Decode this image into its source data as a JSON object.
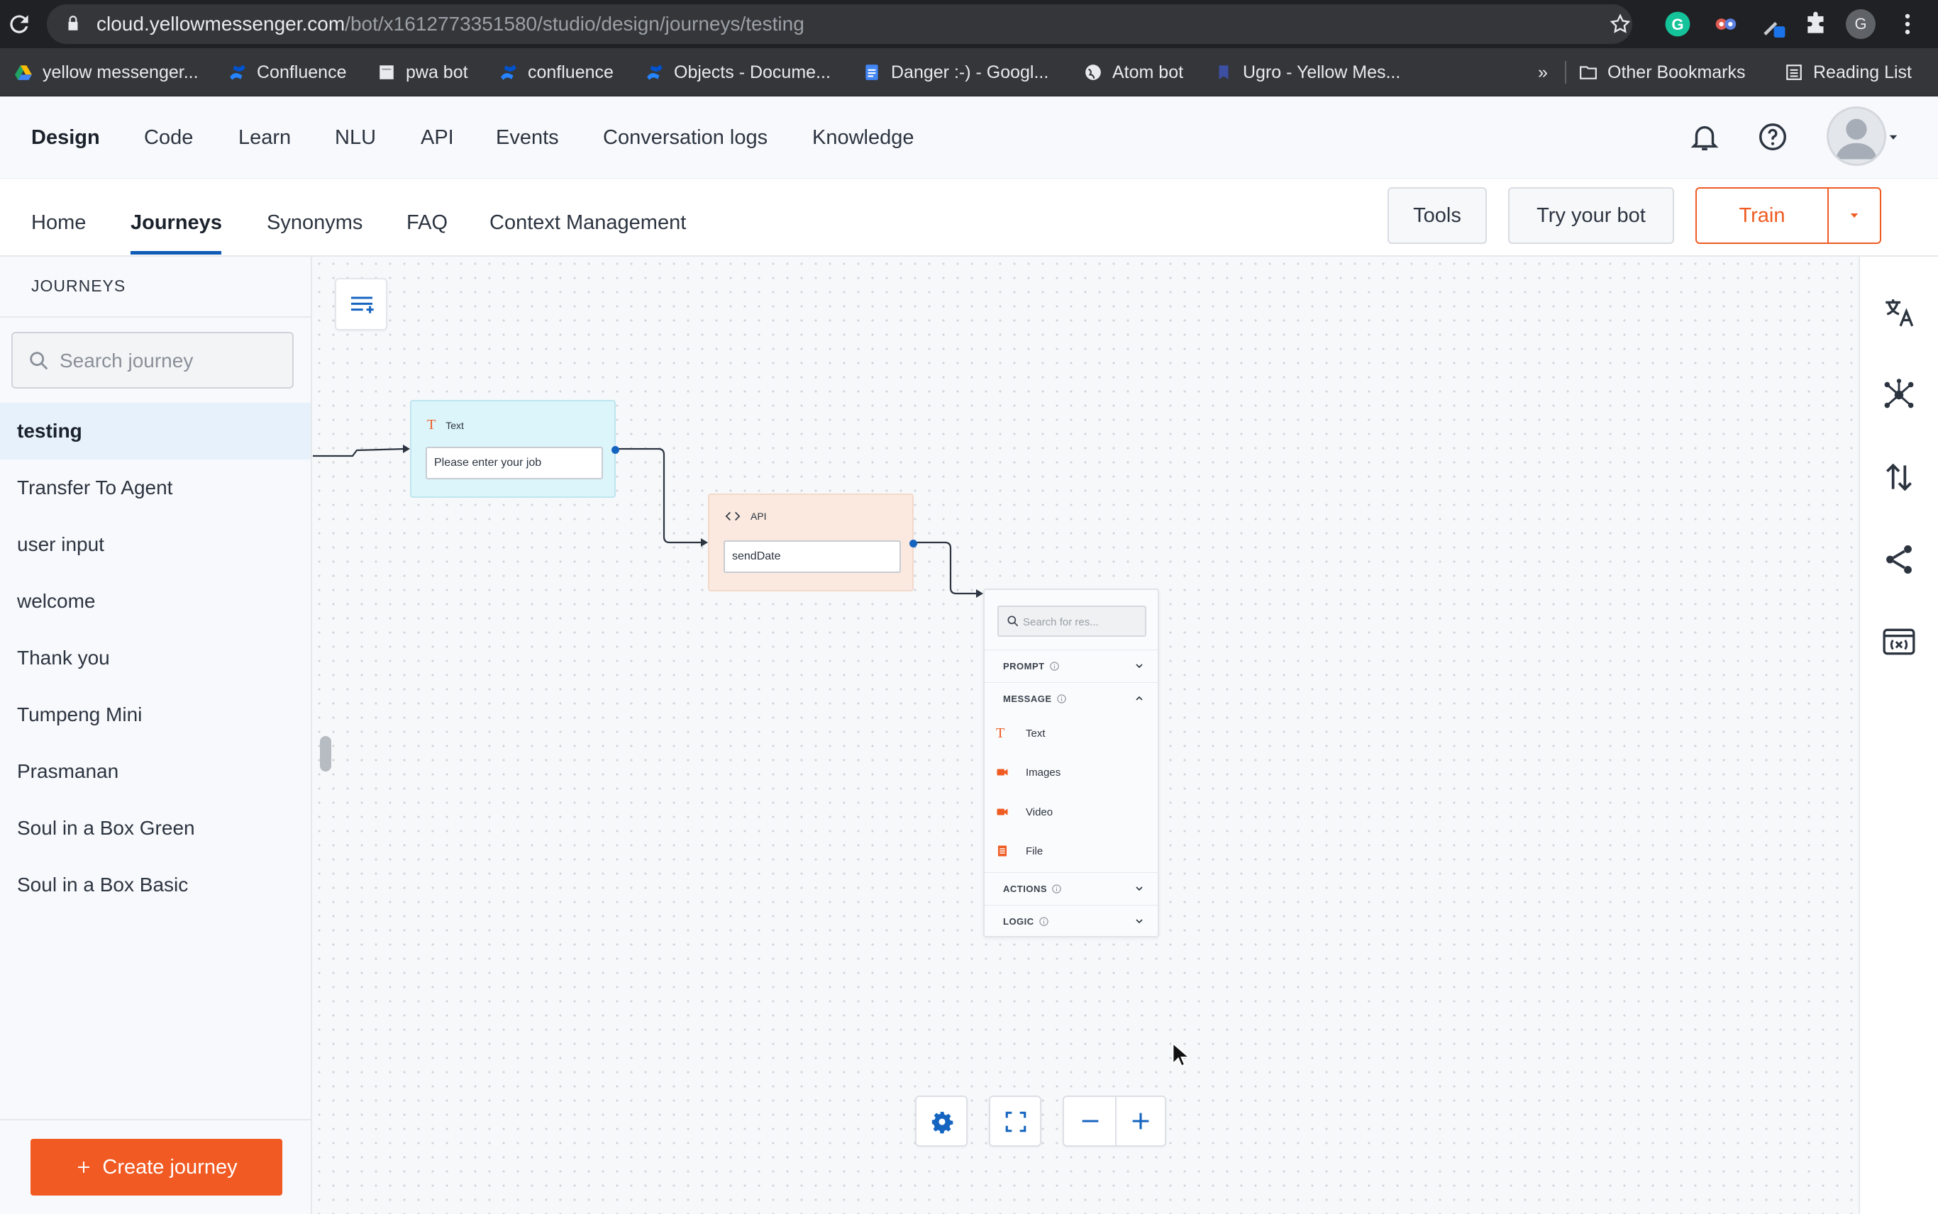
{
  "browser": {
    "url_host": "cloud.yellowmessenger.com",
    "url_path": "/bot/x1612773351580/studio/design/journeys/testing",
    "bookmarks": [
      {
        "label": "yellow messenger...",
        "icon": "google-drive-icon"
      },
      {
        "label": "Confluence",
        "icon": "confluence-icon"
      },
      {
        "label": "pwa bot",
        "icon": "page-icon"
      },
      {
        "label": "confluence",
        "icon": "confluence-icon"
      },
      {
        "label": "Objects - Docume...",
        "icon": "confluence-icon"
      },
      {
        "label": "Danger :-) - Googl...",
        "icon": "google-docs-icon"
      },
      {
        "label": "Atom bot",
        "icon": "globe-icon"
      },
      {
        "label": "Ugro - Yellow Mes...",
        "icon": "bookmark-icon"
      }
    ],
    "overflow": "»",
    "other_bookmarks": "Other Bookmarks",
    "reading_list": "Reading List",
    "profile_initial": "G"
  },
  "topnav": {
    "items": [
      "Design",
      "Code",
      "Learn",
      "NLU",
      "API",
      "Events",
      "Conversation logs",
      "Knowledge"
    ],
    "active": "Design"
  },
  "subnav": {
    "items": [
      "Home",
      "Journeys",
      "Synonyms",
      "FAQ",
      "Context Management"
    ],
    "active": "Journeys",
    "tools_label": "Tools",
    "try_label": "Try your bot",
    "train_label": "Train"
  },
  "sidebar": {
    "title": "JOURNEYS",
    "search_placeholder": "Search journey",
    "items": [
      "testing",
      "Transfer To Agent",
      "user input",
      "welcome",
      "Thank you",
      "Tumpeng Mini",
      "Prasmanan",
      "Soul in a Box Green",
      "Soul in a Box Basic"
    ],
    "active": "testing",
    "create_label": "Create journey"
  },
  "canvas": {
    "text_node": {
      "type": "Text",
      "value": "Please enter your job"
    },
    "api_node": {
      "type": "API",
      "value": "sendDate"
    },
    "picker": {
      "search_placeholder": "Search for res...",
      "sections": {
        "prompt": "PROMPT",
        "message": "MESSAGE",
        "actions": "ACTIONS",
        "logic": "LOGIC"
      },
      "message_items": [
        "Text",
        "Images",
        "Video",
        "File"
      ]
    }
  },
  "colors": {
    "brand_orange": "#f15a22",
    "accent_blue": "#0e5bb5",
    "text_node_bg": "#dcf5fa",
    "api_node_bg": "#fbe9df"
  }
}
